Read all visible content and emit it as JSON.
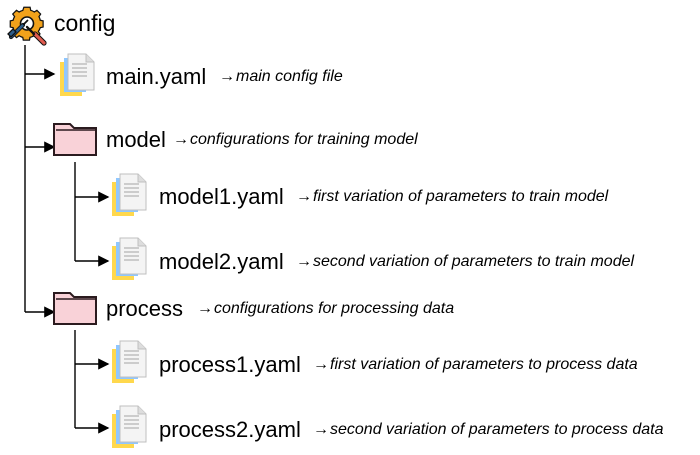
{
  "tree": {
    "root": {
      "label": "config",
      "icon": "settings-tools-icon"
    },
    "items": [
      {
        "type": "file",
        "label": "main.yaml",
        "arrow": "→",
        "description": "main config file",
        "icon": "document-stack-icon"
      },
      {
        "type": "folder",
        "label": "model",
        "arrow": "→",
        "description": "configurations for training model",
        "icon": "folder-icon",
        "children": [
          {
            "type": "file",
            "label": "model1.yaml",
            "arrow": "→",
            "description": "first variation of parameters to train model",
            "icon": "document-stack-icon"
          },
          {
            "type": "file",
            "label": "model2.yaml",
            "arrow": "→",
            "description": "second variation of parameters to train model",
            "icon": "document-stack-icon"
          }
        ]
      },
      {
        "type": "folder",
        "label": "process",
        "arrow": "→",
        "description": "configurations for processing data",
        "icon": "folder-icon",
        "children": [
          {
            "type": "file",
            "label": "process1.yaml",
            "arrow": "→",
            "description": "first variation of parameters to process data",
            "icon": "document-stack-icon"
          },
          {
            "type": "file",
            "label": "process2.yaml",
            "arrow": "→",
            "description": "second variation of parameters to process data",
            "icon": "document-stack-icon"
          }
        ]
      }
    ]
  },
  "colors": {
    "line": "#000000",
    "folder_fill": "#f9d2d8",
    "folder_stroke": "#2b1b1f",
    "doc_front": "#f4f4f4",
    "doc_blue": "#8fc7ff",
    "doc_yellow": "#ffd84d",
    "gear_fill": "#f2a21b",
    "tool_blue": "#2c5d8a",
    "tool_red": "#e05b4f"
  }
}
